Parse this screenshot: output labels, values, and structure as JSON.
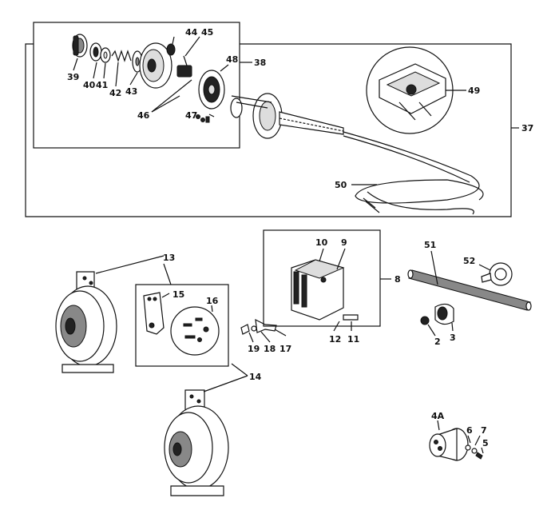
{
  "labels": {
    "l2": "2",
    "l3": "3",
    "l4a": "4A",
    "l5": "5",
    "l6": "6",
    "l7": "7",
    "l8": "8",
    "l9": "9",
    "l10": "10",
    "l11": "11",
    "l12": "12",
    "l13": "13",
    "l14": "14",
    "l15": "15",
    "l16": "16",
    "l17": "17",
    "l18": "18",
    "l19": "19",
    "l37": "37",
    "l38": "38",
    "l39": "39",
    "l40": "40",
    "l41": "41",
    "l42": "42",
    "l43": "43",
    "l44": "44",
    "l45": "45",
    "l46": "46",
    "l47": "47",
    "l48": "48",
    "l49": "49",
    "l50": "50",
    "l51": "51",
    "l52": "52"
  },
  "parts": [
    {
      "id": "horn-push-assembly",
      "number": "38"
    },
    {
      "id": "steering-column-wiring",
      "number": "37"
    },
    {
      "id": "relay-box",
      "number": "8"
    },
    {
      "id": "horn-high",
      "number": "13"
    },
    {
      "id": "horn-low",
      "number": "14"
    },
    {
      "id": "horn-bracket-kit",
      "number": "15"
    },
    {
      "id": "sleeve-tube",
      "number": "51"
    },
    {
      "id": "grommet",
      "number": "3"
    },
    {
      "id": "socket-4a",
      "number": "4A"
    }
  ]
}
